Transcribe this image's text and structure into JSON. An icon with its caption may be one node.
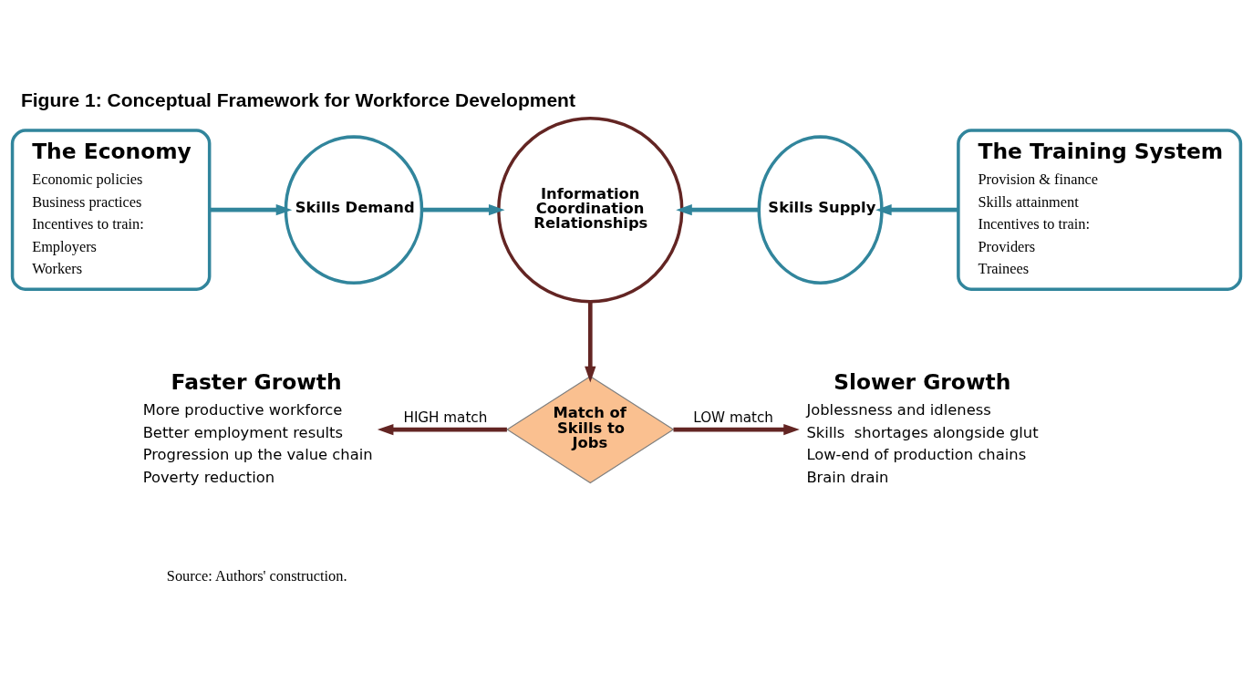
{
  "diagram": {
    "title": "Figure 1: Conceptual Framework for Workforce Development",
    "nodes": [
      {
        "text": [
          "The Economy",
          "Economic policies",
          "Business practices",
          "Incentives to train:",
          "Employers",
          "Workers"
        ]
      },
      {
        "text": [
          "Skills Demand"
        ]
      },
      {
        "text": [
          "Information Coordination Relationships"
        ]
      },
      {
        "text": [
          "Skills Supply"
        ]
      },
      {
        "text": [
          "The Training System",
          "Provision & finance",
          "Skills attainment",
          "Incentives to train:",
          "Providers",
          "Trainees"
        ]
      },
      {
        "text": [
          "Match of Skills to Jobs"
        ]
      },
      {
        "text": [
          "Faster Growth",
          "More productive workforce",
          "Better employment results",
          "Progression up the value chain",
          "Poverty reduction"
        ]
      },
      {
        "text": [
          "Slower Growth",
          "Joblessness and idleness",
          "Skills  shortages alongside glut",
          "Low-end of production chains",
          "Brain drain"
        ]
      }
    ],
    "edges": [
      {
        "from": 0,
        "to": 1,
        "arrow": "to"
      },
      {
        "from": 1,
        "to": 2,
        "arrow": "to"
      },
      {
        "from": 4,
        "to": 3,
        "arrow": "to"
      },
      {
        "from": 3,
        "to": 2,
        "arrow": "to"
      },
      {
        "from": 2,
        "to": 5,
        "arrow": "to",
        "color": "#632523"
      },
      {
        "from": 5,
        "to": 6,
        "arrow": "to",
        "label": "HIGH match",
        "color": "#632523"
      },
      {
        "from": 5,
        "to": 7,
        "arrow": "to",
        "label": "LOW match",
        "color": "#632523"
      }
    ],
    "labels": [
      "Source: Authors' construction."
    ]
  }
}
